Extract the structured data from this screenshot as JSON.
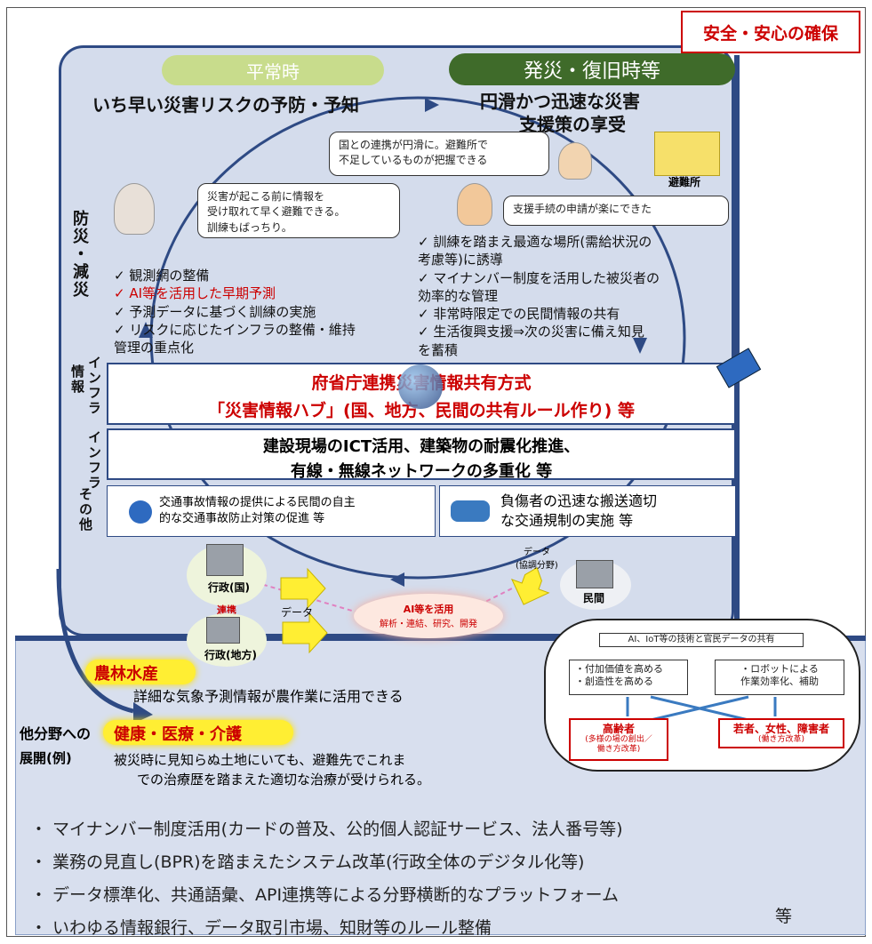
{
  "badge": "安全・安心の確保",
  "left_pill": "平常時",
  "right_pill": "発災・復旧時等",
  "left_title": "いち早い災害リスクの予防・予知",
  "right_title_1": "円滑かつ迅速な災害",
  "right_title_2": "支援策の享受",
  "bubble_gov": "国との連携が円滑に。避難所で\n不足しているものが把握できる",
  "shelter_label": "避難所",
  "bubble_elder": "災害が起こる前に情報を\n受け取れて早く避難できる。\n訓練もばっちり。",
  "bubble_support": "支援手続の申請が楽にできた",
  "vert_bousai": "防災・減災",
  "vert_info": "情報",
  "vert_infra1": "インフラ",
  "vert_infra2": "インフラ",
  "vert_other": "その他",
  "left_bullets": [
    {
      "mark": "✓",
      "text": "観測網の整備",
      "red": false
    },
    {
      "mark": "✓",
      "text": "AI等を活用した早期予測",
      "red": true
    },
    {
      "mark": "✓",
      "text": "予測データに基づく訓練の実施",
      "red": false
    },
    {
      "mark": "✓",
      "text": "リスクに応じたインフラの整備・維持\n管理の重点化",
      "red": false
    }
  ],
  "right_bullets": [
    {
      "mark": "✓",
      "text": "訓練を踏まえ最適な場所(需給状況の\n考慮等)に誘導"
    },
    {
      "mark": "✓",
      "text": "マイナンバー制度を活用した被災者の\n効率的な管理"
    },
    {
      "mark": "✓",
      "text": "非常時限定での民間情報の共有"
    },
    {
      "mark": "✓",
      "text": "生活復興支援⇒次の災害に備え知見\nを蓄積"
    }
  ],
  "info_line1": "府省庁連携災害情報共有方式",
  "info_line2": "「災害情報ハブ」(国、地方、民間の共有ルール作り) 等",
  "infra_line1": "建設現場のICT活用、建築物の耐震化推進、",
  "infra_line2": "有線・無線ネットワークの多重化 等",
  "other_left": "交通事故情報の提供による民間の自主\n的な交通事故防止対策の促進 等",
  "other_right": "負傷者の迅速な搬送適切\nな交通規制の実施 等",
  "admin_national": "行政(国)",
  "admin_local": "行政(地方)",
  "cooperation": "連携",
  "data_label": "データ",
  "data_label2": "データ\n(協調分野)",
  "private": "民間",
  "ai_label_1": "AI等を活用",
  "ai_label_2": "解析・連結、研究、開発",
  "agri_label": "農林水産",
  "agri_text": "詳細な気象予測情報が農作業に活用できる",
  "other_field_1": "他分野への",
  "other_field_2": "展開(例)",
  "health_label": "健康・医療・介護",
  "health_text_1": "被災時に見知らぬ土地にいても、避難先でこれま",
  "health_text_2": "での治療歴を踏まえた適切な治療が受けられる。",
  "inset_title": "AI、IoT等の技術と官民データの共有",
  "inset_left": "・付加価値を高める\n・創造性を高める",
  "inset_right": "・ロボットによる\n作業効率化、補助",
  "inset_elder_1": "高齢者",
  "inset_elder_2": "(多様の場の創出／\n働き方改革)",
  "inset_young_1": "若者、女性、障害者",
  "inset_young_2": "(働き方改革)",
  "bottom_points": [
    "・ マイナンバー制度活用(カードの普及、公的個人認証サービス、法人番号等)",
    "・ 業務の見直し(BPR)を踏まえたシステム改革(行政全体のデジタル化等)",
    "・ データ標準化、共通語彙、API連携等による分野横断的なプラットフォーム",
    "・ いわゆる情報銀行、データ取引市場、知財等のルール整備"
  ],
  "bottom_etc": "等",
  "colors": {
    "navy": "#2e4a84",
    "red": "#cc0000",
    "green": "#3f6b2a",
    "lightgreen": "#c8dc8c",
    "panel": "#d4dcec",
    "yellow": "#ffee33"
  }
}
